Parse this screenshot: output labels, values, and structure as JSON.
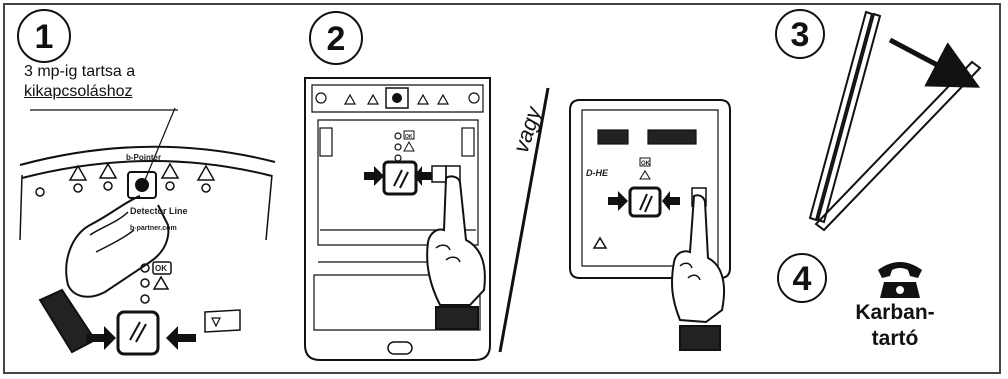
{
  "steps": {
    "one": "1",
    "two": "2",
    "three": "3",
    "four": "4"
  },
  "panel1": {
    "instruction_line1": "3 mp-ig tartsa a",
    "instruction_line2": "kikapcsoláshoz",
    "brand_small": "b-Pointer",
    "product_line": "Detector Line",
    "website": "b-partner.com",
    "ok_label": "OK"
  },
  "panel2": {
    "separator_word": "vagy",
    "brand_logo": "D-HE",
    "ok_label": "OK"
  },
  "panel4": {
    "label_line1": "Karban-",
    "label_line2": "tartó",
    "phone_icon": "telephone-icon"
  },
  "colors": {
    "ink": "#111111",
    "frame": "#444444",
    "background": "#ffffff"
  }
}
